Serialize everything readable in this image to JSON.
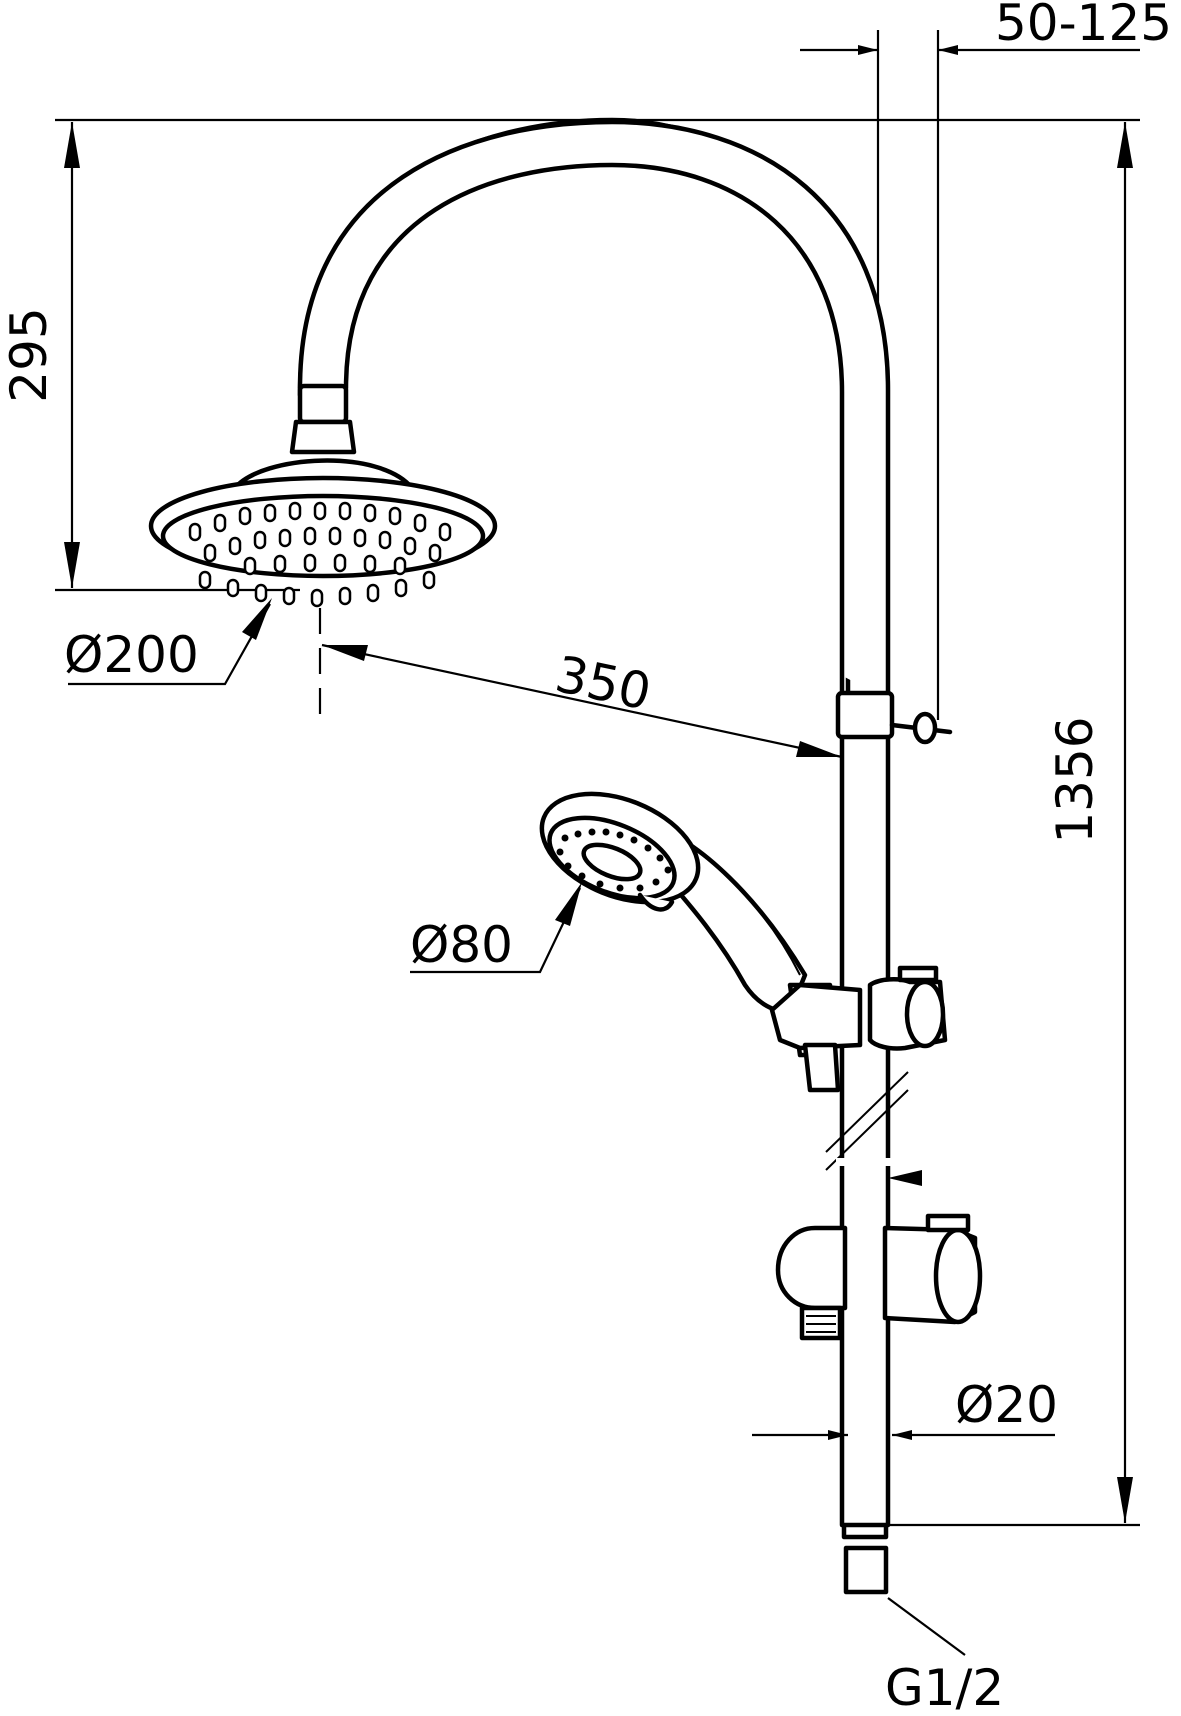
{
  "dimensions": {
    "slider_bar_offset": "50-125",
    "overhead_height": "295",
    "total_height": "1356",
    "overhead_shower_diameter": "Ø200",
    "arm_reach": "350",
    "hand_shower_diameter": "Ø80",
    "rail_diameter": "Ø20",
    "connection_thread": "G1/2"
  },
  "colors": {
    "line": "#000000",
    "background": "#ffffff"
  }
}
